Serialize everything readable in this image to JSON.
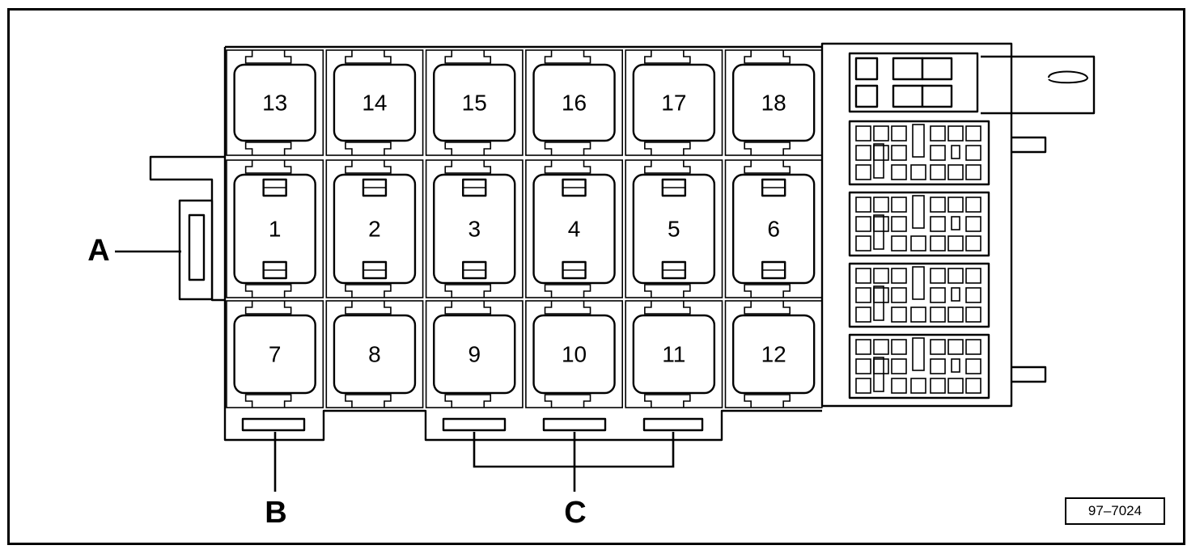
{
  "relays": [
    {
      "number": "13",
      "row": 0,
      "col": 0
    },
    {
      "number": "14",
      "row": 0,
      "col": 1
    },
    {
      "number": "15",
      "row": 0,
      "col": 2
    },
    {
      "number": "16",
      "row": 0,
      "col": 3
    },
    {
      "number": "17",
      "row": 0,
      "col": 4
    },
    {
      "number": "18",
      "row": 0,
      "col": 5
    },
    {
      "number": "1",
      "row": 1,
      "col": 0
    },
    {
      "number": "2",
      "row": 1,
      "col": 1
    },
    {
      "number": "3",
      "row": 1,
      "col": 2
    },
    {
      "number": "4",
      "row": 1,
      "col": 3
    },
    {
      "number": "5",
      "row": 1,
      "col": 4
    },
    {
      "number": "6",
      "row": 1,
      "col": 5
    },
    {
      "number": "7",
      "row": 2,
      "col": 0
    },
    {
      "number": "8",
      "row": 2,
      "col": 1
    },
    {
      "number": "9",
      "row": 2,
      "col": 2
    },
    {
      "number": "10",
      "row": 2,
      "col": 3
    },
    {
      "number": "11",
      "row": 2,
      "col": 4
    },
    {
      "number": "12",
      "row": 2,
      "col": 5
    }
  ],
  "callouts": {
    "a": "A",
    "b": "B",
    "c": "C"
  },
  "figure_ref": "97–7024"
}
